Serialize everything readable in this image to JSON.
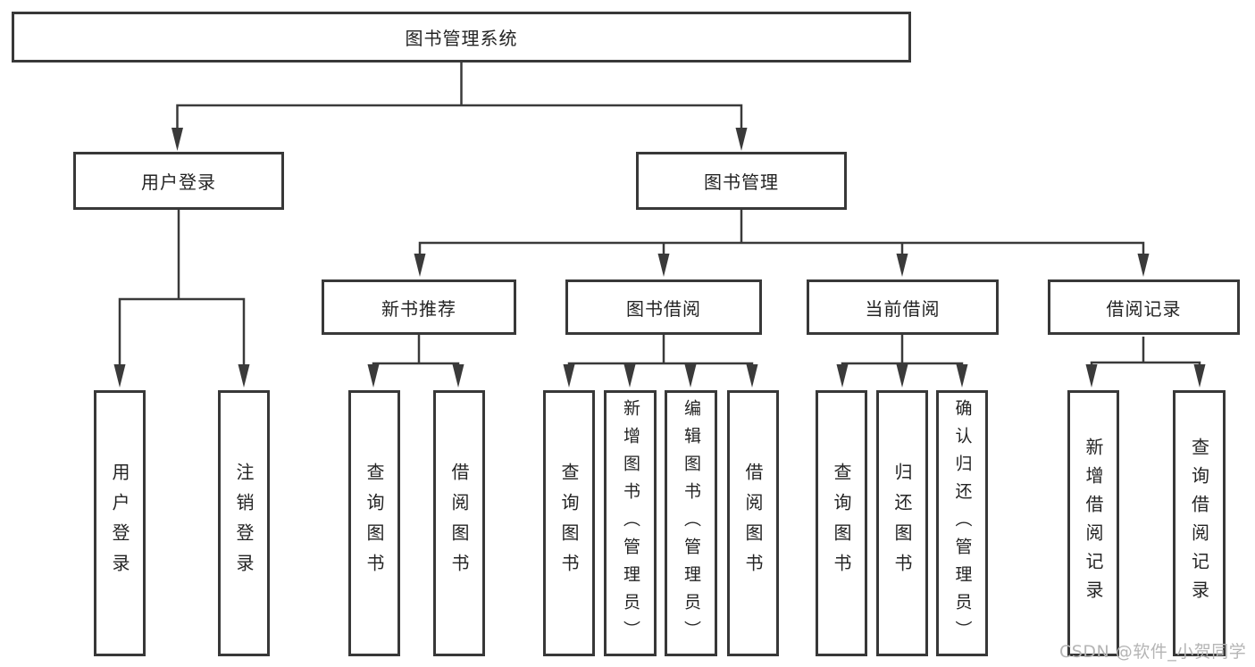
{
  "watermark": {
    "text": "CSDN @软件_小贺同学"
  },
  "colors": {
    "line": "#3a3a3a",
    "box_border": "#383838",
    "text": "#242424",
    "watermark": "#b5b5b5",
    "background": "#ffffff"
  },
  "tree": {
    "root": {
      "label": "图书管理系统",
      "children": [
        {
          "label": "用户登录",
          "children": [
            {
              "label": "用户登录"
            },
            {
              "label": "注销登录"
            }
          ]
        },
        {
          "label": "图书管理",
          "children": [
            {
              "label": "新书推荐",
              "children": [
                {
                  "label": "查询图书"
                },
                {
                  "label": "借阅图书"
                }
              ]
            },
            {
              "label": "图书借阅",
              "children": [
                {
                  "label": "查询图书"
                },
                {
                  "label": "新增图书（管理员）"
                },
                {
                  "label": "编辑图书（管理员）"
                },
                {
                  "label": "借阅图书"
                }
              ]
            },
            {
              "label": "当前借阅",
              "children": [
                {
                  "label": "查询图书"
                },
                {
                  "label": "归还图书"
                },
                {
                  "label": "确认归还（管理员）"
                }
              ]
            },
            {
              "label": "借阅记录",
              "children": [
                {
                  "label": "新增借阅记录"
                },
                {
                  "label": "查询借阅记录"
                }
              ]
            }
          ]
        }
      ]
    }
  }
}
